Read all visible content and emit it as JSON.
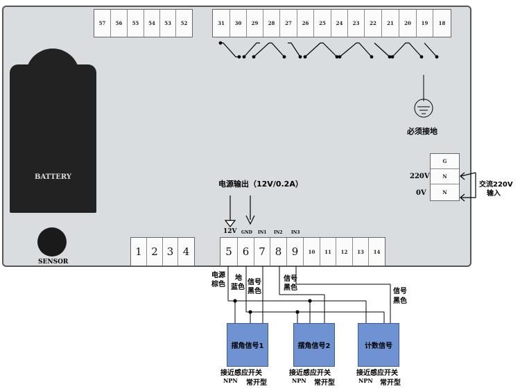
{
  "top_terminals_left": [
    "57",
    "56",
    "55",
    "54",
    "53",
    "52"
  ],
  "top_terminals_right": [
    "31",
    "30",
    "29",
    "28",
    "27",
    "26",
    "25",
    "24",
    "23",
    "22",
    "21",
    "20",
    "19",
    "18"
  ],
  "battery_label": "BATTERY",
  "sensor_label": "SENSOR",
  "ground_label": "必须接地",
  "power_output_label": "电源输出（12V/0.2A）",
  "left_bottom_terminals": [
    "1",
    "2",
    "3",
    "4"
  ],
  "bottom_terminals": [
    "5",
    "6",
    "7",
    "8",
    "9",
    "10",
    "11",
    "12",
    "13",
    "14"
  ],
  "pin_labels": {
    "p12v": "12V",
    "gnd": "GND",
    "in1": "IN1",
    "in2": "IN2",
    "in3": "IN3"
  },
  "ac_terminals": [
    "G",
    "N",
    "N"
  ],
  "ac_labels": {
    "v220": "220V",
    "v0": "0V",
    "ac_in_line1": "交流220V",
    "ac_in_line2": "输入"
  },
  "wire_labels": {
    "power_line1": "电源",
    "power_line2": "棕色",
    "ground_line1": "地",
    "ground_line2": "蓝色",
    "signal1_line1": "信号",
    "signal1_line2": "黑色",
    "signal2_line1": "信号",
    "signal2_line2": "黑色",
    "signal3_line1": "信号",
    "signal3_line2": "黑色"
  },
  "sensors": [
    {
      "title": "摆角信号1",
      "line1": "接近感应开关",
      "line2_left": "NPN",
      "line2_right": "常开型"
    },
    {
      "title": "摆角信号2",
      "line1": "接近感应开关",
      "line2_left": "NPN",
      "line2_right": "常开型"
    },
    {
      "title": "计数信号",
      "line1": "接近感应开关",
      "line2_left": "NPN",
      "line2_right": "常开型"
    }
  ]
}
